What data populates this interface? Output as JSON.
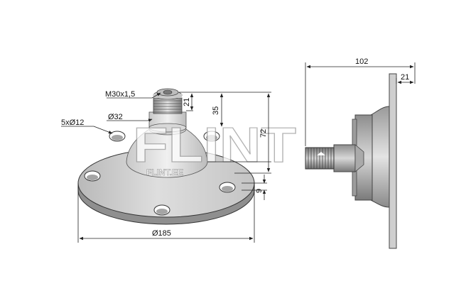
{
  "watermark": {
    "logo_text": "FLINT",
    "site_text": "FLINT.EE"
  },
  "front_view": {
    "thread_label": "M30x1,5",
    "shaft_diameter_label": "Ø32",
    "holes_label": "5xØ12",
    "outer_diameter_label": "Ø185",
    "height_21_label": "21",
    "height_35_label": "35",
    "height_72_label": "72",
    "thickness_label": "9"
  },
  "side_view": {
    "total_length_label": "102",
    "flange_offset_label": "21"
  },
  "colors": {
    "metal_light": "#d9d9d9",
    "metal_mid": "#bdbdbd",
    "metal_dark": "#8c8c8c",
    "metal_darker": "#5e5e5e",
    "line": "#222222"
  }
}
